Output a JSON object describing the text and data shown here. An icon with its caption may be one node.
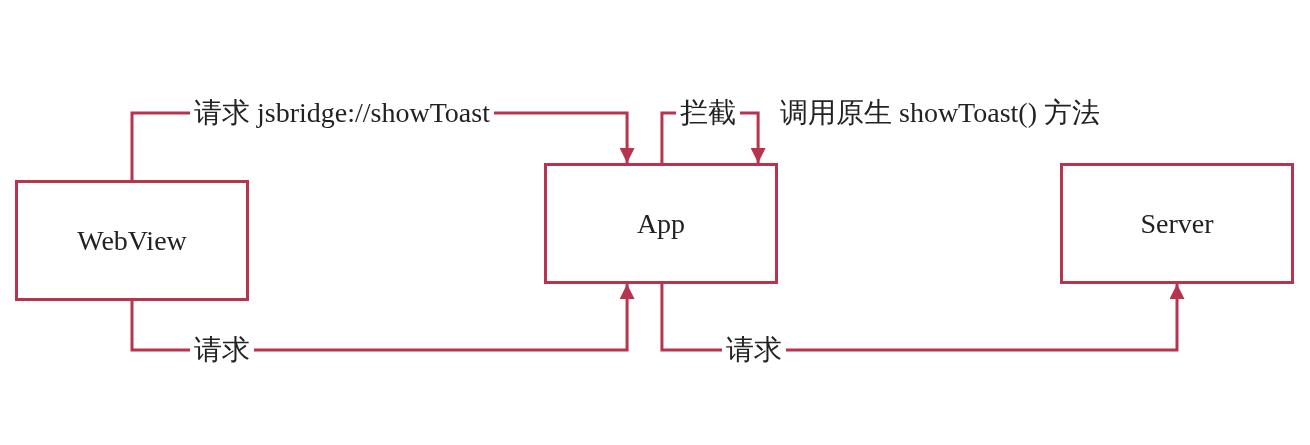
{
  "diagram": {
    "nodes": [
      {
        "text": [
          "WebView"
        ]
      },
      {
        "text": [
          "App"
        ]
      },
      {
        "text": [
          "Server"
        ]
      }
    ],
    "edges": [
      {
        "from": 0,
        "to": 1,
        "arrow": "to",
        "label": "请求 jsbridge://showToast"
      },
      {
        "from": 1,
        "to": 1,
        "arrow": "to",
        "label": "拦截"
      },
      {
        "from": 0,
        "to": 1,
        "arrow": "to",
        "label": "请求"
      },
      {
        "from": 1,
        "to": 2,
        "arrow": "to",
        "label": "请求"
      }
    ],
    "labels": [
      "调用原生 showToast() 方法"
    ]
  }
}
